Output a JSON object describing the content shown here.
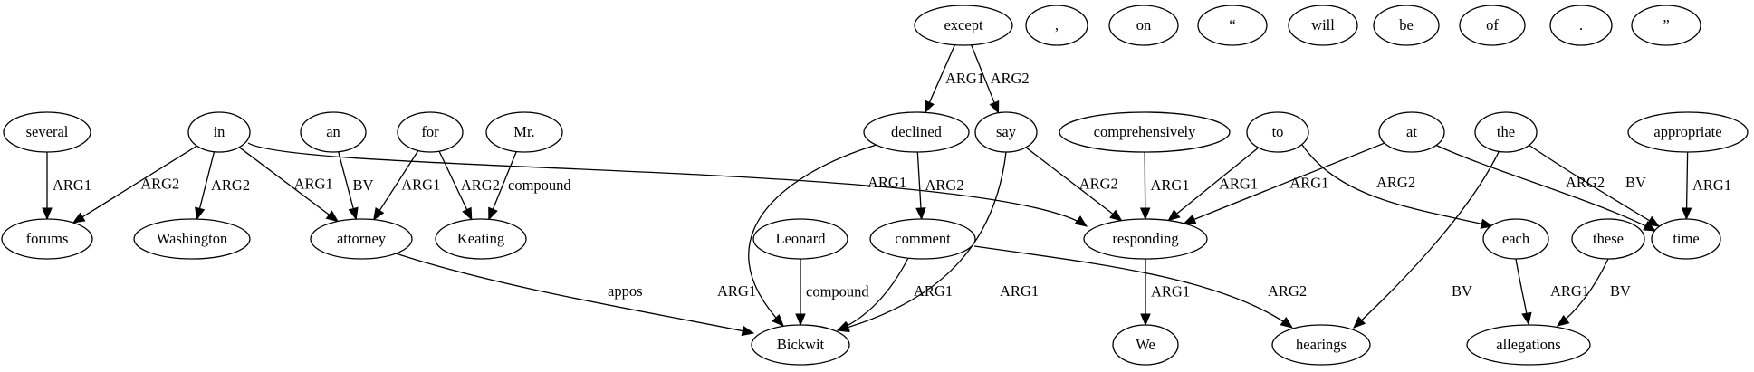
{
  "diagram": {
    "type": "dependency-graph",
    "nodes": [
      {
        "id": "except",
        "label": "except"
      },
      {
        "id": "comma",
        "label": ","
      },
      {
        "id": "on",
        "label": "on"
      },
      {
        "id": "lquote",
        "label": "“"
      },
      {
        "id": "will",
        "label": "will"
      },
      {
        "id": "be",
        "label": "be"
      },
      {
        "id": "of",
        "label": "of"
      },
      {
        "id": "period",
        "label": "."
      },
      {
        "id": "rquote",
        "label": "”"
      },
      {
        "id": "several",
        "label": "several"
      },
      {
        "id": "in",
        "label": "in"
      },
      {
        "id": "an",
        "label": "an"
      },
      {
        "id": "for",
        "label": "for"
      },
      {
        "id": "mr",
        "label": "Mr."
      },
      {
        "id": "declined",
        "label": "declined"
      },
      {
        "id": "say",
        "label": "say"
      },
      {
        "id": "comprehensively",
        "label": "comprehensively"
      },
      {
        "id": "to",
        "label": "to"
      },
      {
        "id": "at",
        "label": "at"
      },
      {
        "id": "the",
        "label": "the"
      },
      {
        "id": "appropriate",
        "label": "appropriate"
      },
      {
        "id": "forums",
        "label": "forums"
      },
      {
        "id": "washington",
        "label": "Washington"
      },
      {
        "id": "attorney",
        "label": "attorney"
      },
      {
        "id": "keating",
        "label": "Keating"
      },
      {
        "id": "leonard",
        "label": "Leonard"
      },
      {
        "id": "comment",
        "label": "comment"
      },
      {
        "id": "responding",
        "label": "responding"
      },
      {
        "id": "each",
        "label": "each"
      },
      {
        "id": "these",
        "label": "these"
      },
      {
        "id": "time",
        "label": "time"
      },
      {
        "id": "bickwit",
        "label": "Bickwit"
      },
      {
        "id": "we",
        "label": "We"
      },
      {
        "id": "hearings",
        "label": "hearings"
      },
      {
        "id": "allegations",
        "label": "allegations"
      }
    ],
    "edges": [
      {
        "from": "except",
        "to": "declined",
        "label": "ARG1"
      },
      {
        "from": "except",
        "to": "say",
        "label": "ARG2"
      },
      {
        "from": "several",
        "to": "forums",
        "label": "ARG1"
      },
      {
        "from": "in",
        "to": "forums",
        "label": "ARG2"
      },
      {
        "from": "in",
        "to": "washington",
        "label": "ARG2"
      },
      {
        "from": "in",
        "to": "attorney",
        "label": "ARG1"
      },
      {
        "from": "in",
        "to": "responding",
        "label": "ARG1"
      },
      {
        "from": "an",
        "to": "attorney",
        "label": "BV"
      },
      {
        "from": "for",
        "to": "attorney",
        "label": "ARG1"
      },
      {
        "from": "for",
        "to": "keating",
        "label": "ARG2"
      },
      {
        "from": "mr",
        "to": "keating",
        "label": "compound"
      },
      {
        "from": "declined",
        "to": "bickwit",
        "label": "ARG1"
      },
      {
        "from": "declined",
        "to": "comment",
        "label": "ARG2"
      },
      {
        "from": "say",
        "to": "responding",
        "label": "ARG2"
      },
      {
        "from": "say",
        "to": "bickwit",
        "label": "ARG1"
      },
      {
        "from": "comprehensively",
        "to": "responding",
        "label": "ARG1"
      },
      {
        "from": "to",
        "to": "responding",
        "label": "ARG1"
      },
      {
        "from": "to",
        "to": "each",
        "label": "ARG2"
      },
      {
        "from": "at",
        "to": "responding",
        "label": "ARG1"
      },
      {
        "from": "at",
        "to": "time",
        "label": "ARG2"
      },
      {
        "from": "the",
        "to": "time",
        "label": "BV"
      },
      {
        "from": "the",
        "to": "hearings",
        "label": "BV"
      },
      {
        "from": "appropriate",
        "to": "time",
        "label": "ARG1"
      },
      {
        "from": "attorney",
        "to": "bickwit",
        "label": "appos"
      },
      {
        "from": "leonard",
        "to": "bickwit",
        "label": "compound"
      },
      {
        "from": "comment",
        "to": "bickwit",
        "label": "ARG1"
      },
      {
        "from": "comment",
        "to": "hearings",
        "label": "ARG2"
      },
      {
        "from": "responding",
        "to": "we",
        "label": "ARG1"
      },
      {
        "from": "each",
        "to": "allegations",
        "label": "ARG1"
      },
      {
        "from": "these",
        "to": "allegations",
        "label": "BV"
      }
    ]
  }
}
